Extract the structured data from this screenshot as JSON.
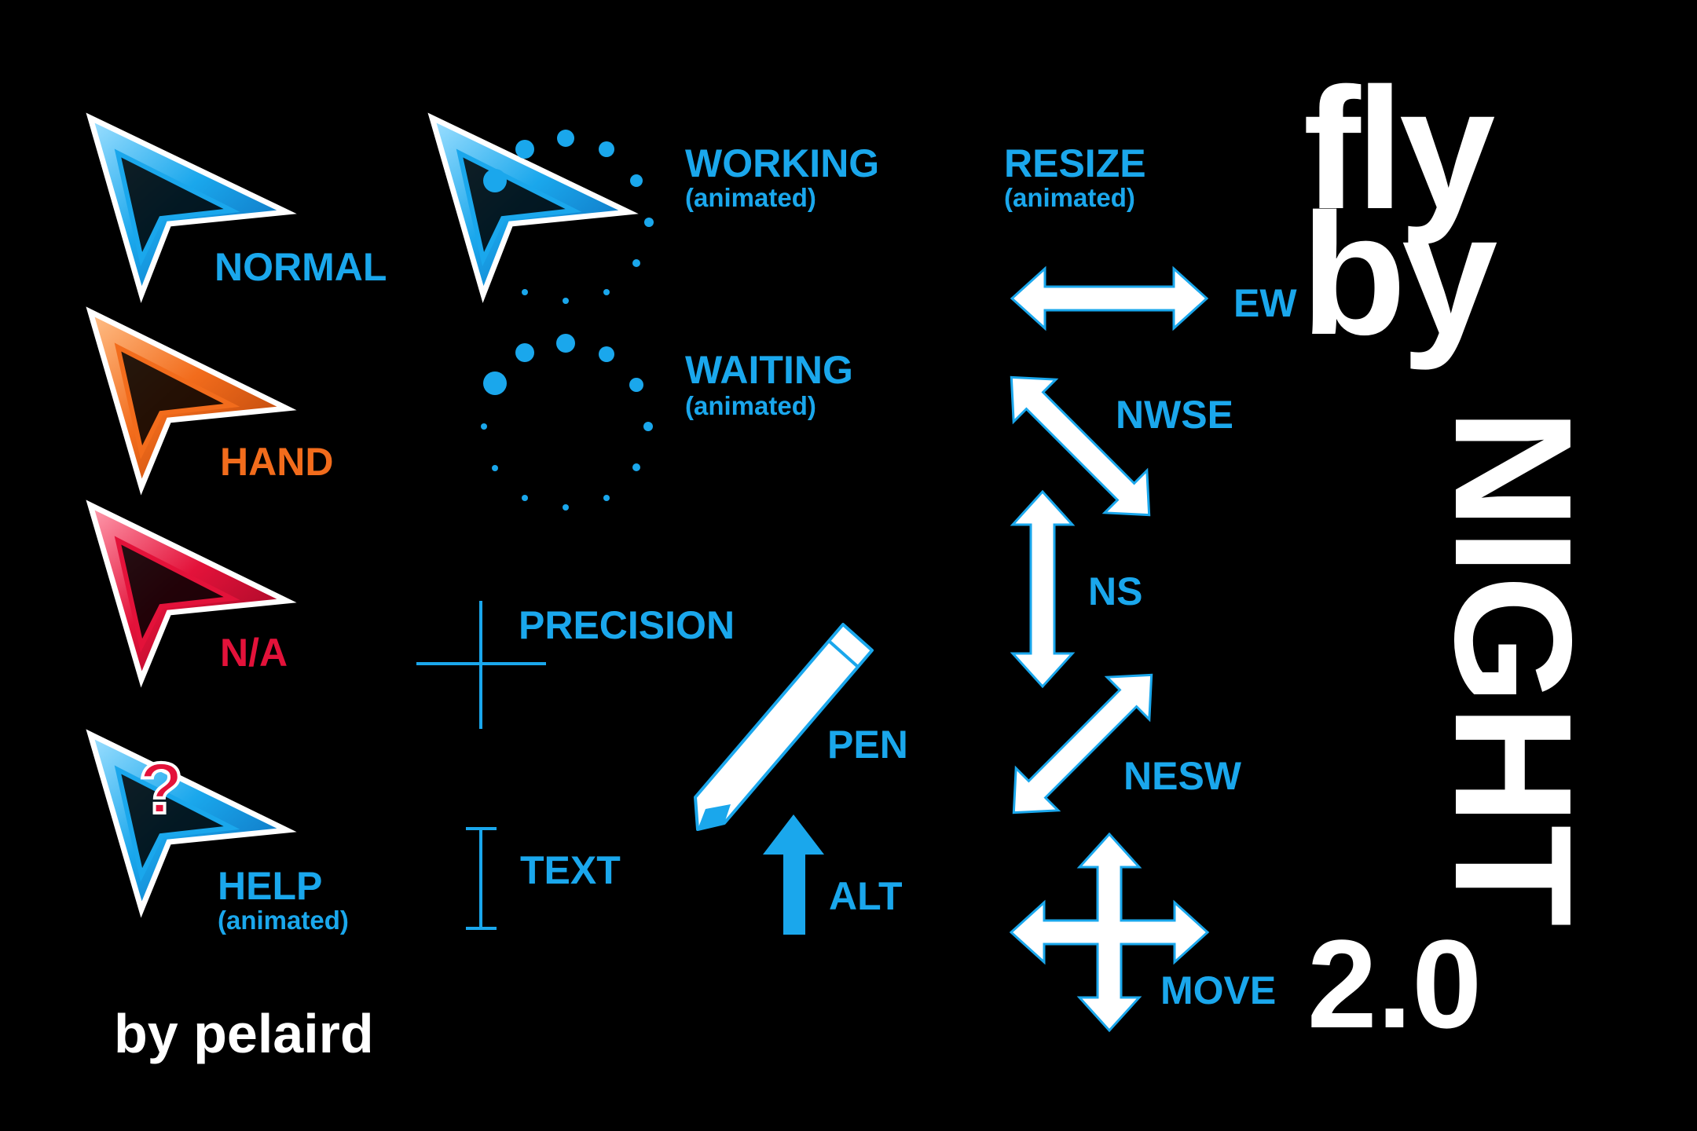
{
  "colors": {
    "background": "#000000",
    "accent_blue": "#1aa7ec",
    "hand_orange": "#f26c1c",
    "na_red": "#e3123a",
    "white": "#ffffff"
  },
  "title": {
    "line1": "fly",
    "line2": "by",
    "line3": "NIGHT",
    "version": "2.0"
  },
  "credit": "by pelaird",
  "cursors": {
    "normal": {
      "label": "NORMAL",
      "icon": "arrow-pointer-icon"
    },
    "hand": {
      "label": "HAND",
      "icon": "arrow-pointer-icon"
    },
    "na": {
      "label": "N/A",
      "icon": "arrow-pointer-icon"
    },
    "help": {
      "label": "HELP",
      "sub": "(animated)",
      "icon": "help-pointer-icon",
      "mark": "?"
    },
    "working": {
      "label": "WORKING",
      "sub": "(animated)",
      "icon": "busy-pointer-icon"
    },
    "waiting": {
      "label": "WAITING",
      "sub": "(animated)",
      "icon": "spinner-icon"
    },
    "precision": {
      "label": "PRECISION",
      "icon": "crosshair-icon"
    },
    "text": {
      "label": "TEXT",
      "icon": "text-beam-icon"
    },
    "pen": {
      "label": "PEN",
      "icon": "pen-icon"
    },
    "alt": {
      "label": "ALT",
      "icon": "up-arrow-icon"
    }
  },
  "resize": {
    "heading": "RESIZE",
    "sub": "(animated)",
    "ew": {
      "label": "EW",
      "icon": "resize-ew-icon"
    },
    "nwse": {
      "label": "NWSE",
      "icon": "resize-nwse-icon"
    },
    "ns": {
      "label": "NS",
      "icon": "resize-ns-icon"
    },
    "nesw": {
      "label": "NESW",
      "icon": "resize-nesw-icon"
    },
    "move": {
      "label": "MOVE",
      "icon": "move-icon"
    }
  }
}
